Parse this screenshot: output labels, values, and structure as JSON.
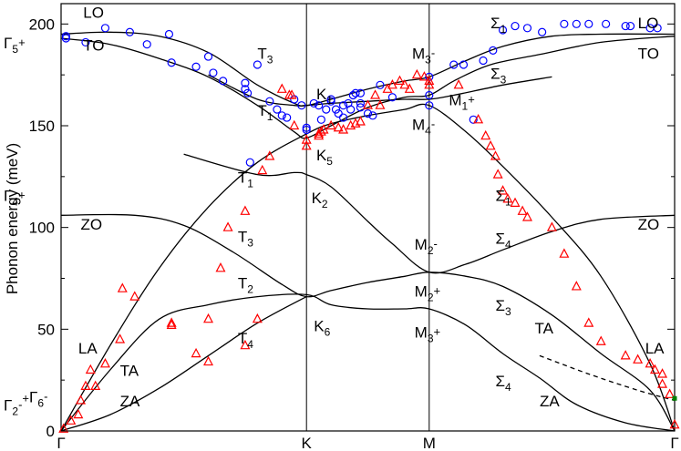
{
  "chart_data": {
    "type": "line",
    "title": "",
    "ylabel": "Phonon energy (meV)",
    "xlabel": "",
    "ylim": [
      0,
      210
    ],
    "yticks": [
      0,
      50,
      100,
      150,
      200
    ],
    "path_labels": [
      "Γ",
      "K",
      "M",
      "Γ"
    ],
    "path_positions": [
      0,
      1,
      1.5,
      2.5
    ],
    "series": [
      {
        "kind": "curve",
        "values": [
          [
            0,
            195
          ],
          [
            0.2,
            196
          ],
          [
            0.4,
            194
          ],
          [
            0.6,
            186
          ],
          [
            0.8,
            170
          ],
          [
            0.95,
            161
          ],
          [
            1,
            160
          ],
          [
            1.1,
            163
          ],
          [
            1.25,
            168
          ],
          [
            1.4,
            172
          ],
          [
            1.5,
            174
          ],
          [
            1.65,
            182
          ],
          [
            1.8,
            189
          ],
          [
            2.0,
            194
          ],
          [
            2.2,
            195
          ],
          [
            2.5,
            195
          ]
        ]
      },
      {
        "kind": "curve",
        "values": [
          [
            0,
            193
          ],
          [
            0.2,
            190
          ],
          [
            0.4,
            183
          ],
          [
            0.6,
            174
          ],
          [
            0.8,
            160
          ],
          [
            0.95,
            147
          ],
          [
            1,
            144
          ],
          [
            1.1,
            150
          ],
          [
            1.25,
            159
          ],
          [
            1.4,
            164
          ],
          [
            1.5,
            165
          ],
          [
            1.6,
            172
          ],
          [
            1.75,
            180
          ],
          [
            1.95,
            185
          ],
          [
            2.2,
            191
          ],
          [
            2.5,
            194
          ]
        ]
      },
      {
        "kind": "curve",
        "values": [
          [
            0.6,
            175
          ],
          [
            0.8,
            163
          ],
          [
            0.95,
            160
          ],
          [
            1,
            160
          ],
          [
            1.1,
            161
          ],
          [
            1.25,
            162
          ],
          [
            1.4,
            163
          ],
          [
            1.5,
            163
          ],
          [
            1.6,
            165
          ],
          [
            1.8,
            170
          ],
          [
            2.0,
            174
          ]
        ]
      },
      {
        "kind": "curve",
        "values": [
          [
            0,
            0
          ],
          [
            0.2,
            42
          ],
          [
            0.4,
            80
          ],
          [
            0.6,
            110
          ],
          [
            0.8,
            132
          ],
          [
            1,
            146
          ],
          [
            1.1,
            151
          ],
          [
            1.25,
            155
          ],
          [
            1.4,
            158
          ],
          [
            1.5,
            160
          ],
          [
            1.65,
            147
          ],
          [
            1.8,
            130
          ],
          [
            2.0,
            105
          ],
          [
            2.2,
            76
          ],
          [
            2.4,
            33
          ],
          [
            2.5,
            0
          ]
        ]
      },
      {
        "kind": "curve",
        "values": [
          [
            0.5,
            136
          ],
          [
            0.8,
            126
          ],
          [
            0.95,
            127
          ],
          [
            1,
            126
          ],
          [
            1.1,
            120
          ],
          [
            1.25,
            103
          ],
          [
            1.35,
            92
          ],
          [
            1.5,
            78
          ],
          [
            1.65,
            82
          ],
          [
            1.8,
            89
          ],
          [
            2.0,
            98
          ],
          [
            2.2,
            104
          ],
          [
            2.5,
            106
          ]
        ]
      },
      {
        "kind": "curve",
        "values": [
          [
            0,
            106
          ],
          [
            0.3,
            106
          ],
          [
            0.5,
            101
          ],
          [
            0.7,
            88
          ],
          [
            0.9,
            72
          ],
          [
            1,
            66
          ],
          [
            1.1,
            69
          ],
          [
            1.25,
            73
          ],
          [
            1.4,
            76
          ],
          [
            1.5,
            78
          ],
          [
            1.65,
            76
          ],
          [
            1.8,
            71
          ],
          [
            2.0,
            57
          ],
          [
            2.2,
            38
          ],
          [
            2.4,
            20
          ],
          [
            2.5,
            0
          ]
        ]
      },
      {
        "kind": "curve",
        "values": [
          [
            0,
            0
          ],
          [
            0.2,
            30
          ],
          [
            0.4,
            55
          ],
          [
            0.6,
            62
          ],
          [
            0.8,
            66
          ],
          [
            1,
            67
          ],
          [
            1.1,
            62
          ],
          [
            1.25,
            60
          ],
          [
            1.4,
            60
          ],
          [
            1.5,
            60
          ],
          [
            1.65,
            52
          ],
          [
            1.8,
            38
          ],
          [
            1.95,
            26
          ],
          [
            2.1,
            13
          ],
          [
            2.3,
            4
          ],
          [
            2.5,
            0
          ]
        ]
      },
      {
        "kind": "curve",
        "values": [
          [
            0,
            0
          ],
          [
            0.2,
            8
          ],
          [
            0.4,
            21
          ],
          [
            0.6,
            37
          ],
          [
            0.8,
            53
          ],
          [
            1,
            66
          ]
        ]
      },
      {
        "kind": "dashed",
        "values": [
          [
            1.95,
            37
          ],
          [
            2.15,
            28
          ],
          [
            2.35,
            20
          ],
          [
            2.5,
            15
          ]
        ]
      },
      {
        "kind": "circles",
        "values": [
          [
            0.02,
            194
          ],
          [
            0.02,
            193
          ],
          [
            0.1,
            191
          ],
          [
            0.18,
            198
          ],
          [
            0.28,
            196
          ],
          [
            0.35,
            190
          ],
          [
            0.44,
            195
          ],
          [
            0.45,
            181
          ],
          [
            0.55,
            179
          ],
          [
            0.6,
            184
          ],
          [
            0.62,
            176
          ],
          [
            0.66,
            172
          ],
          [
            0.75,
            171
          ],
          [
            0.75,
            168
          ],
          [
            0.76,
            166
          ],
          [
            0.8,
            180
          ],
          [
            0.77,
            132
          ],
          [
            0.85,
            162
          ],
          [
            0.88,
            158
          ],
          [
            0.9,
            155
          ],
          [
            0.92,
            154
          ],
          [
            0.95,
            163
          ],
          [
            0.98,
            160
          ],
          [
            1.0,
            148
          ],
          [
            1.0,
            149
          ],
          [
            1.03,
            161
          ],
          [
            1.05,
            160
          ],
          [
            1.06,
            153
          ],
          [
            1.08,
            158
          ],
          [
            1.1,
            163
          ],
          [
            1.1,
            162
          ],
          [
            1.12,
            158
          ],
          [
            1.13,
            156
          ],
          [
            1.15,
            154
          ],
          [
            1.15,
            160
          ],
          [
            1.17,
            161
          ],
          [
            1.18,
            158
          ],
          [
            1.19,
            165
          ],
          [
            1.2,
            166
          ],
          [
            1.22,
            159
          ],
          [
            1.22,
            161
          ],
          [
            1.22,
            166
          ],
          [
            1.25,
            156
          ],
          [
            1.27,
            155
          ],
          [
            1.3,
            170
          ],
          [
            1.35,
            164
          ],
          [
            1.5,
            160
          ],
          [
            1.5,
            165
          ],
          [
            1.5,
            174
          ],
          [
            1.6,
            180
          ],
          [
            1.64,
            180
          ],
          [
            1.68,
            153
          ],
          [
            1.72,
            182
          ],
          [
            1.76,
            187
          ],
          [
            1.8,
            197
          ],
          [
            1.85,
            199
          ],
          [
            1.9,
            198
          ],
          [
            1.96,
            196
          ],
          [
            2.05,
            200
          ],
          [
            2.1,
            200
          ],
          [
            2.15,
            200
          ],
          [
            2.22,
            200
          ],
          [
            2.3,
            199
          ],
          [
            2.32,
            199
          ],
          [
            2.4,
            198
          ],
          [
            2.43,
            198
          ]
        ]
      },
      {
        "kind": "triangles",
        "values": [
          [
            0.01,
            1
          ],
          [
            0.04,
            5
          ],
          [
            0.07,
            8
          ],
          [
            0.08,
            15
          ],
          [
            0.1,
            22
          ],
          [
            0.12,
            30
          ],
          [
            0.14,
            22
          ],
          [
            0.18,
            33
          ],
          [
            0.24,
            45
          ],
          [
            0.25,
            70
          ],
          [
            0.3,
            66
          ],
          [
            0.45,
            52
          ],
          [
            0.45,
            53
          ],
          [
            0.55,
            38
          ],
          [
            0.6,
            34
          ],
          [
            0.6,
            55
          ],
          [
            0.65,
            80
          ],
          [
            0.68,
            100
          ],
          [
            0.75,
            108
          ],
          [
            0.75,
            42
          ],
          [
            0.8,
            55
          ],
          [
            0.82,
            128
          ],
          [
            0.85,
            135
          ],
          [
            0.9,
            168
          ],
          [
            0.93,
            165
          ],
          [
            0.94,
            165
          ],
          [
            0.95,
            150
          ],
          [
            1.0,
            140
          ],
          [
            1.0,
            143
          ],
          [
            1.05,
            145
          ],
          [
            1.05,
            146
          ],
          [
            1.06,
            147
          ],
          [
            1.07,
            148
          ],
          [
            1.1,
            150
          ],
          [
            1.13,
            149
          ],
          [
            1.15,
            148
          ],
          [
            1.18,
            150
          ],
          [
            1.2,
            151
          ],
          [
            1.22,
            152
          ],
          [
            1.25,
            160
          ],
          [
            1.28,
            165
          ],
          [
            1.3,
            160
          ],
          [
            1.33,
            168
          ],
          [
            1.35,
            170
          ],
          [
            1.38,
            172
          ],
          [
            1.4,
            170
          ],
          [
            1.42,
            168
          ],
          [
            1.45,
            175
          ],
          [
            1.48,
            174
          ],
          [
            1.5,
            172
          ],
          [
            1.5,
            170
          ],
          [
            1.62,
            170
          ],
          [
            1.7,
            153
          ],
          [
            1.73,
            145
          ],
          [
            1.75,
            140
          ],
          [
            1.77,
            135
          ],
          [
            1.78,
            126
          ],
          [
            1.8,
            118
          ],
          [
            1.82,
            114
          ],
          [
            1.85,
            112
          ],
          [
            1.88,
            108
          ],
          [
            1.9,
            105
          ],
          [
            2.0,
            100
          ],
          [
            2.05,
            87
          ],
          [
            2.1,
            71
          ],
          [
            2.15,
            53
          ],
          [
            2.2,
            44
          ],
          [
            2.3,
            37
          ],
          [
            2.35,
            35
          ],
          [
            2.4,
            33
          ],
          [
            2.42,
            30
          ],
          [
            2.45,
            28
          ],
          [
            2.45,
            23
          ],
          [
            2.48,
            18
          ],
          [
            2.5,
            3
          ]
        ]
      }
    ],
    "annotations": [
      {
        "text": "LO",
        "x": 0.09,
        "y": 203
      },
      {
        "text": "TO",
        "x": 0.09,
        "y": 187
      },
      {
        "text": "Γ5+",
        "x": -0.2,
        "y": 188
      },
      {
        "text": "T3",
        "x": 0.8,
        "y": 183
      },
      {
        "text": "T1",
        "x": 0.8,
        "y": 155
      },
      {
        "text": "K1",
        "x": 1.04,
        "y": 163
      },
      {
        "text": "K5",
        "x": 1.04,
        "y": 133
      },
      {
        "text": "M3-",
        "x": 1.43,
        "y": 183
      },
      {
        "text": "M1+",
        "x": 1.58,
        "y": 160
      },
      {
        "text": "M4-",
        "x": 1.43,
        "y": 148
      },
      {
        "text": "Σ1",
        "x": 1.75,
        "y": 198
      },
      {
        "text": "Σ3",
        "x": 1.75,
        "y": 173
      },
      {
        "text": "LO",
        "x": 2.35,
        "y": 198
      },
      {
        "text": "TO",
        "x": 2.35,
        "y": 183
      },
      {
        "text": "Γ4+",
        "x": -0.2,
        "y": 113
      },
      {
        "text": "T1",
        "x": 0.72,
        "y": 122
      },
      {
        "text": "T3",
        "x": 0.72,
        "y": 93
      },
      {
        "text": "K2",
        "x": 1.02,
        "y": 112
      },
      {
        "text": "ZO",
        "x": 0.08,
        "y": 99
      },
      {
        "text": "ZO",
        "x": 2.35,
        "y": 99
      },
      {
        "text": "M2-",
        "x": 1.44,
        "y": 89
      },
      {
        "text": "Σ1",
        "x": 1.77,
        "y": 113
      },
      {
        "text": "Σ4",
        "x": 1.77,
        "y": 92
      },
      {
        "text": "T2",
        "x": 0.72,
        "y": 70
      },
      {
        "text": "M2+",
        "x": 1.44,
        "y": 66
      },
      {
        "text": "K6",
        "x": 1.03,
        "y": 49
      },
      {
        "text": "M3+",
        "x": 1.44,
        "y": 46
      },
      {
        "text": "Σ3",
        "x": 1.77,
        "y": 59
      },
      {
        "text": "TA",
        "x": 1.93,
        "y": 48
      },
      {
        "text": "T4",
        "x": 0.72,
        "y": 43
      },
      {
        "text": "LA",
        "x": 0.07,
        "y": 38
      },
      {
        "text": "TA",
        "x": 0.24,
        "y": 27
      },
      {
        "text": "ZA",
        "x": 0.24,
        "y": 12
      },
      {
        "text": "LA",
        "x": 2.38,
        "y": 38
      },
      {
        "text": "Σ4",
        "x": 1.77,
        "y": 22
      },
      {
        "text": "ZA",
        "x": 1.95,
        "y": 12
      },
      {
        "text": "Γ2-+Γ6-",
        "x": -0.23,
        "y": 10
      }
    ],
    "extra_marker": {
      "x": 2.5,
      "y": 16,
      "color": "#008000"
    },
    "colors": {
      "circle": "#0000ff",
      "triangle": "#ff0000",
      "line": "#000000"
    }
  }
}
